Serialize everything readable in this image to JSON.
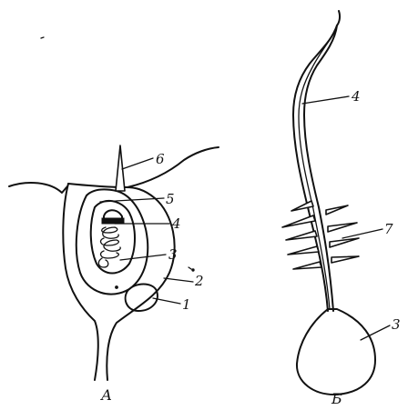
{
  "panels": {
    "a": {
      "label": "А",
      "callouts": {
        "c1": "1",
        "c2": "2",
        "c3": "3",
        "c4": "4",
        "c5": "5",
        "c6": "6"
      }
    },
    "b": {
      "label": "Б",
      "callouts": {
        "c3": "3",
        "c4": "4",
        "c7": "7"
      }
    }
  },
  "colors": {
    "ink": "#111111",
    "paper": "#ffffff"
  }
}
